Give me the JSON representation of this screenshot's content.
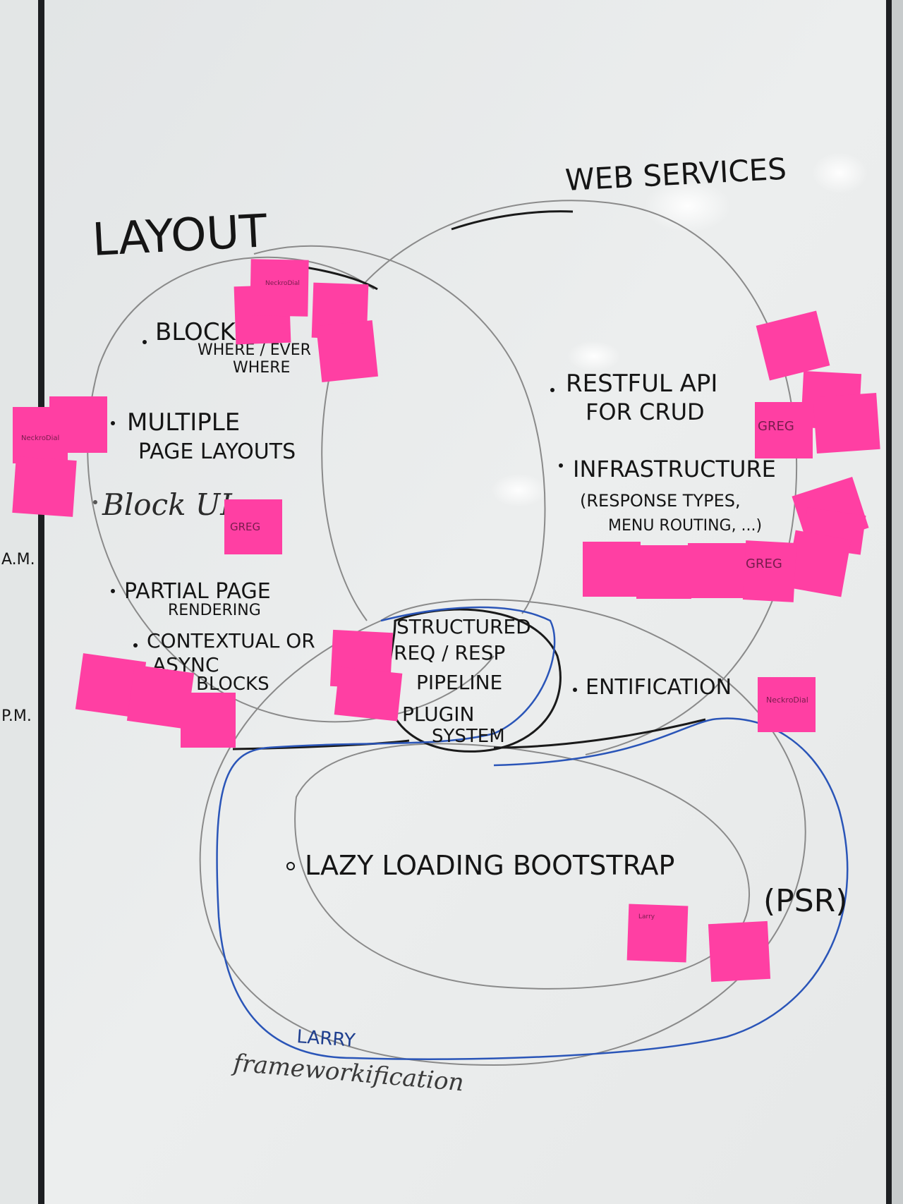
{
  "colors": {
    "board": "#e9ecec",
    "frame": "#1d1f22",
    "wall": "#cfd3d4",
    "sticky": "#ff3fa3",
    "ink": "#151515",
    "blue_ink": "#1f4fb0",
    "pencil": "#8c8c8c"
  },
  "whiteboard": {
    "layout_title": "LAYOUT",
    "web_services_title": "WEB SERVICES",
    "layout_items": [
      "BLOCK",
      "WHERE / EVER",
      "WHERE",
      "MULTIPLE",
      "PAGE LAYOUTS",
      "Block UI",
      "PARTIAL PAGE",
      "RENDERING",
      "CONTEXTUAL OR",
      "ASYNC",
      "BLOCKS"
    ],
    "web_items": [
      "RESTFUL API",
      "FOR CRUD",
      "INFRASTRUCTURE",
      "(RESPONSE TYPES,",
      "MENU ROUTING, ...)",
      "ENTIFICATION"
    ],
    "center_items": [
      "STRUCTURED",
      "REQ / RESP",
      "PIPELINE",
      "PLUGIN",
      "SYSTEM"
    ],
    "bottom_item": "LAZY LOADING BOOTSTRAP",
    "bottom_item_paren": "(PSR)",
    "larry": "LARRY",
    "frameworkification": "frameworkification",
    "side_marks": [
      "A.M.",
      "P.M."
    ]
  },
  "sticky_labels": {
    "greg": "GREG",
    "neckro": "NeckroDial",
    "larry_note": "Larry"
  }
}
